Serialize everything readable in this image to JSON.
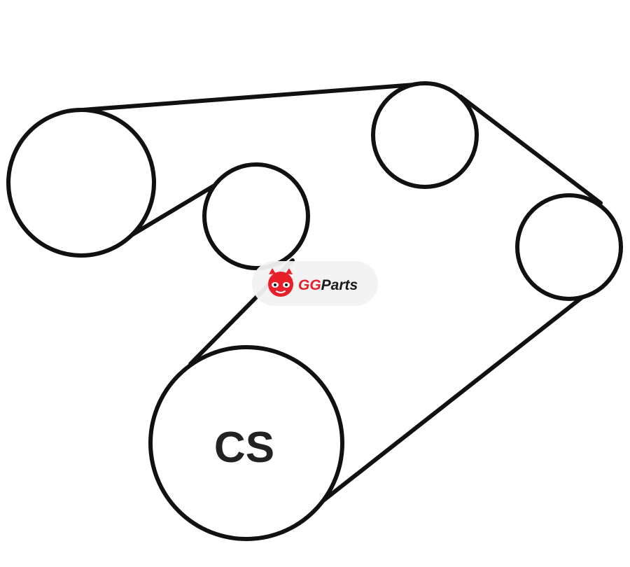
{
  "diagram": {
    "pulleys": [
      {
        "id": "upper-left",
        "label": ""
      },
      {
        "id": "idler-small",
        "label": ""
      },
      {
        "id": "top-right",
        "label": ""
      },
      {
        "id": "right",
        "label": ""
      },
      {
        "id": "crankshaft",
        "label": "CS"
      }
    ]
  },
  "watermark": {
    "brand_first": "GG",
    "brand_second": "Parts",
    "brand_color": "#e8202a",
    "second_color": "#1a1a1a",
    "icon": "mascot-face-icon"
  }
}
